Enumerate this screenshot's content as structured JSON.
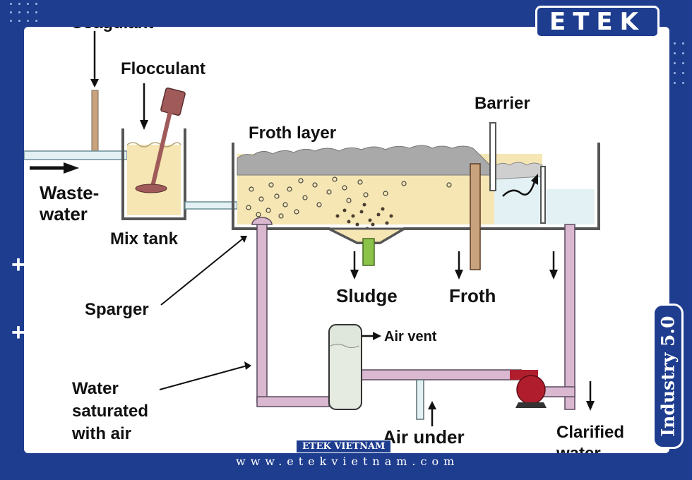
{
  "brand": {
    "logo_text": "ETEK",
    "side_tab": "Industry 5.0",
    "footer_badge": "ETEK VIETNAM",
    "footer_url": "www.etekvietnam.com"
  },
  "diagram": {
    "labels": {
      "coagulant": "Coagulant",
      "flocculant": "Flocculant",
      "wastewater_1": "Waste-",
      "wastewater_2": "water",
      "mix_tank": "Mix tank",
      "froth_layer": "Froth layer",
      "barrier": "Barrier",
      "sparger": "Sparger",
      "sludge": "Sludge",
      "froth": "Froth",
      "air_vent": "Air vent",
      "water_sat_1": "Water",
      "water_sat_2": "saturated",
      "water_sat_3": "with air",
      "air_under": "Air under",
      "clarified_1": "Clarified",
      "clarified_2": "water"
    },
    "colors": {
      "tank_fill": "#f5e6b3",
      "clear_fill": "#e3f1f4",
      "froth": "#a9a9a9",
      "pipe": "#d9b8d0",
      "pump": "#b01e2e",
      "brown_pipe": "#c9a27e",
      "green_outlet": "#8bc34a",
      "mixer": "#a05a5a"
    }
  }
}
